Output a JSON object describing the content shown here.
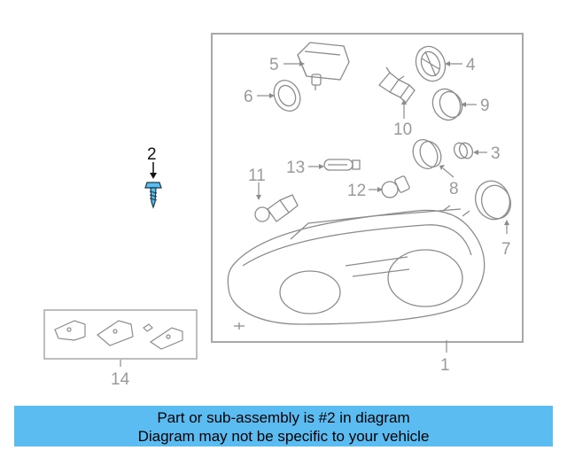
{
  "diagram": {
    "callouts": {
      "c1": "1",
      "c2": "2",
      "c3": "3",
      "c4": "4",
      "c5": "5",
      "c6": "6",
      "c7": "7",
      "c8": "8",
      "c9": "9",
      "c10": "10",
      "c11": "11",
      "c12": "12",
      "c13": "13",
      "c14": "14"
    },
    "highlighted_part": "2"
  },
  "banner": {
    "line1": "Part or sub-assembly is #2 in diagram",
    "line2": "Diagram may not be specific to your vehicle"
  },
  "colors": {
    "line": "#a8a8a8",
    "highlight": "#5bbcf2",
    "banner_bg": "#5bbcf2"
  }
}
